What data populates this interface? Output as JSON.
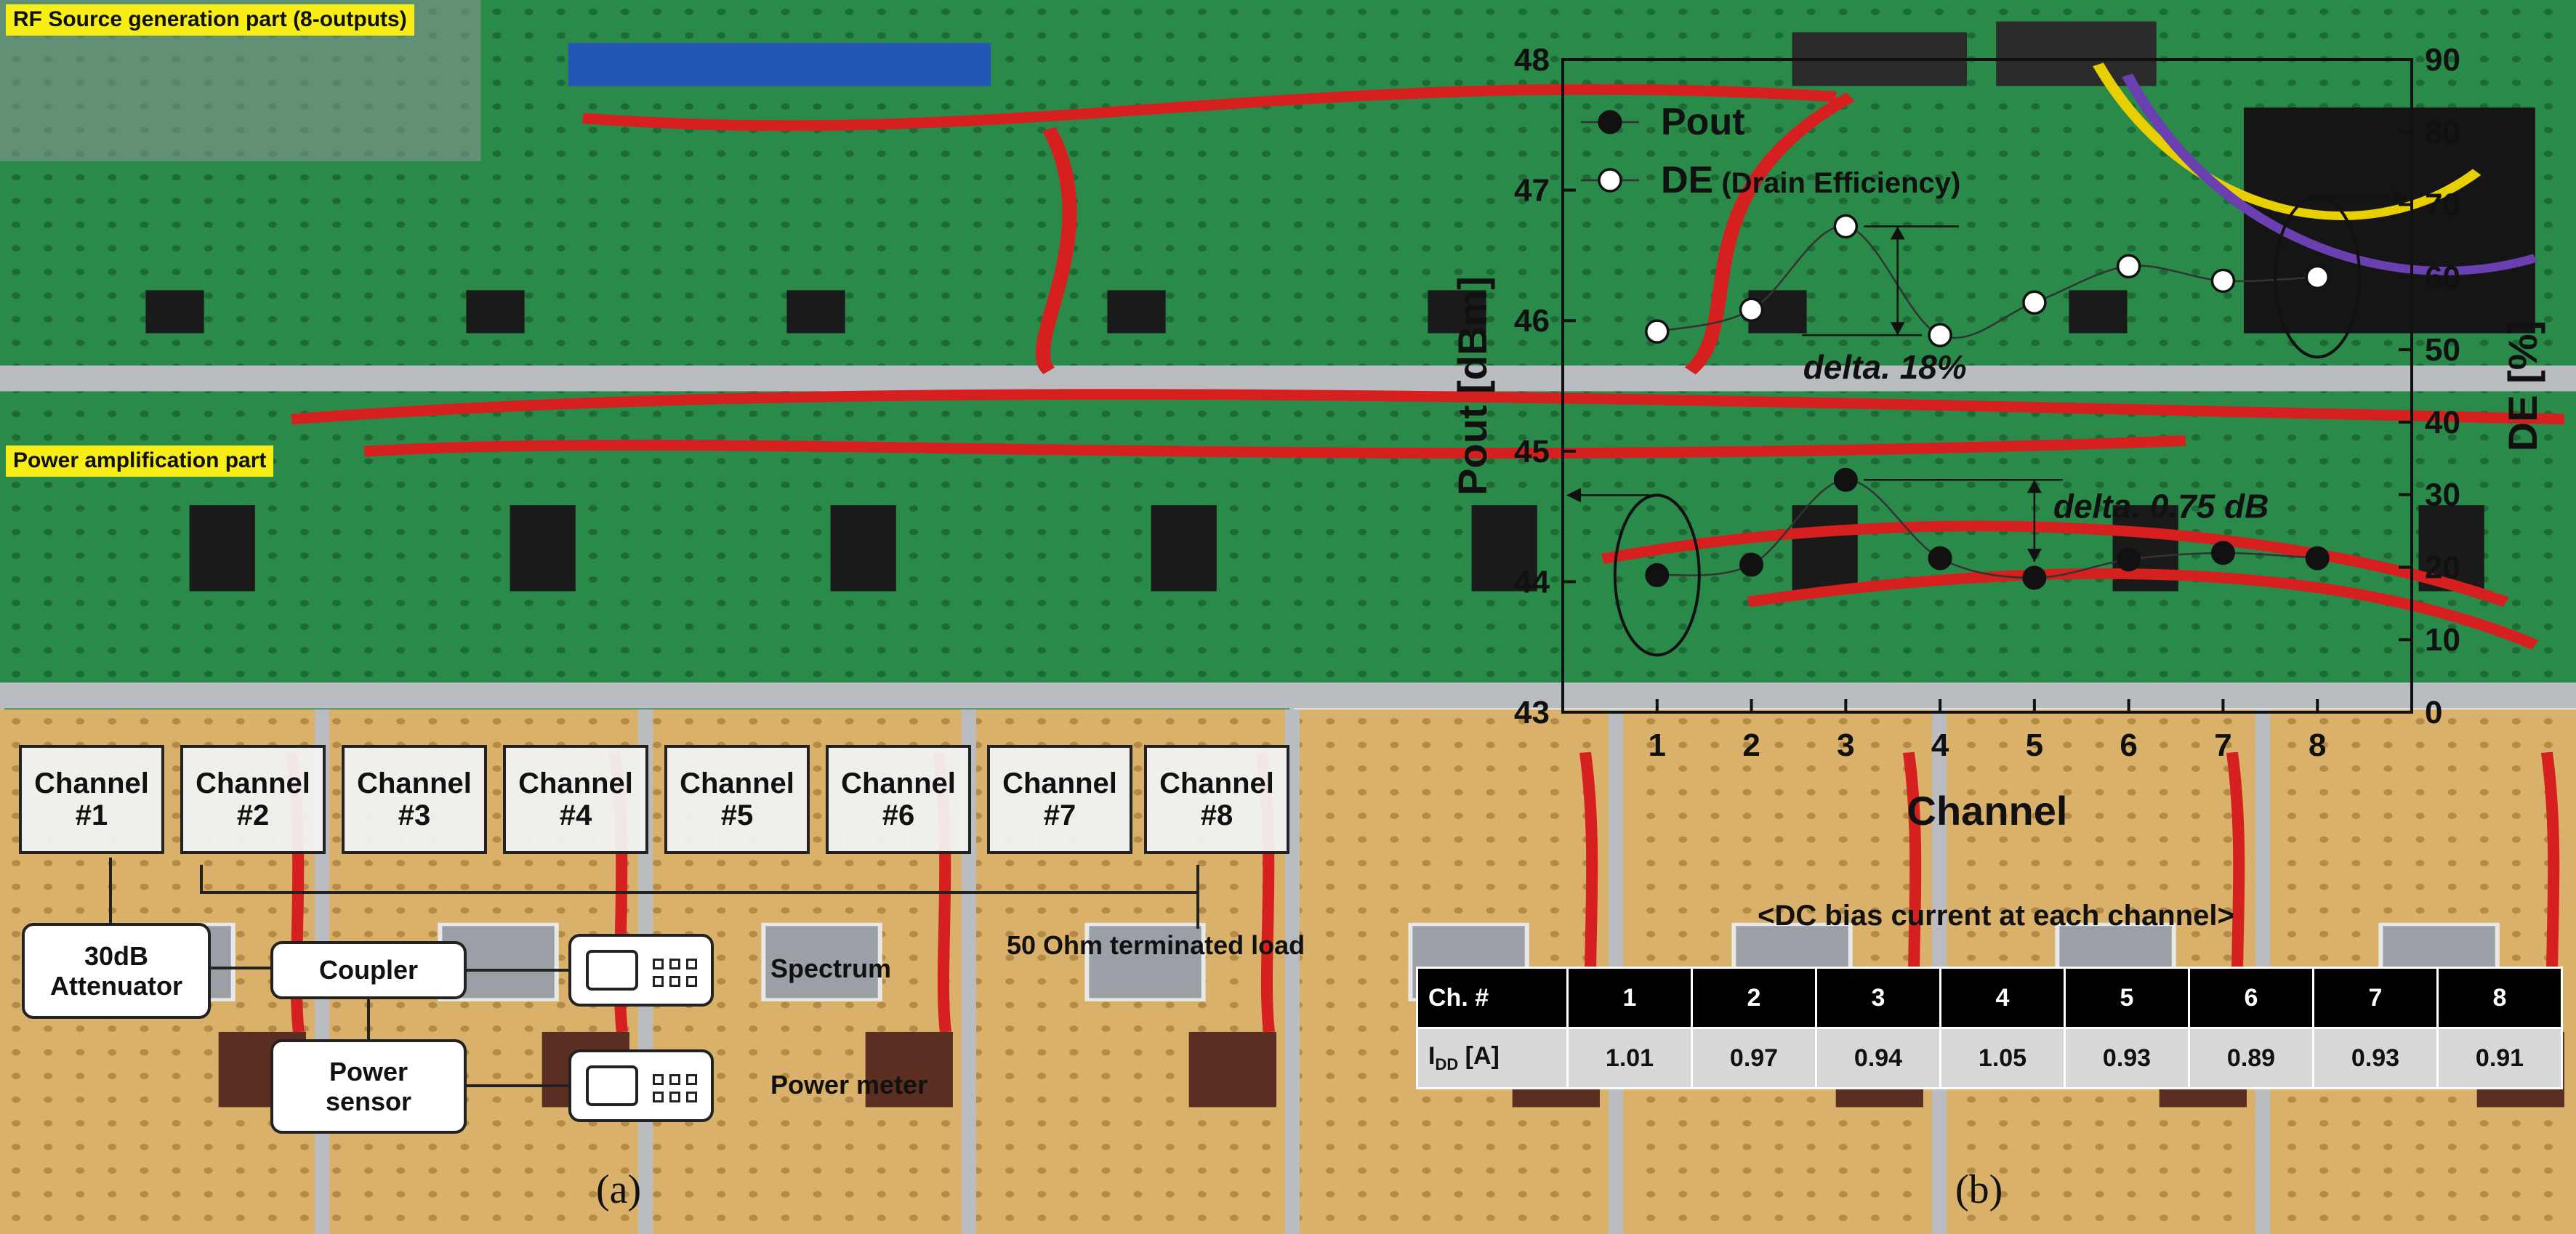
{
  "panel_a": {
    "rf_label": "RF Source generation part (8-outputs)",
    "pa_label": "Power amplification part",
    "channels": [
      {
        "l1": "Channel",
        "l2": "#1"
      },
      {
        "l1": "Channel",
        "l2": "#2"
      },
      {
        "l1": "Channel",
        "l2": "#3"
      },
      {
        "l1": "Channel",
        "l2": "#4"
      },
      {
        "l1": "Channel",
        "l2": "#5"
      },
      {
        "l1": "Channel",
        "l2": "#6"
      },
      {
        "l1": "Channel",
        "l2": "#7"
      },
      {
        "l1": "Channel",
        "l2": "#8"
      }
    ],
    "attenuator": {
      "l1": "30dB",
      "l2": "Attenuator"
    },
    "coupler": "Coupler",
    "power_sensor": {
      "l1": "Power",
      "l2": "sensor"
    },
    "spectrum": "Spectrum",
    "power_meter": "Power meter",
    "load": "50 Ohm terminated load",
    "caption": "(a)"
  },
  "panel_b": {
    "caption": "(b)",
    "table_title": "<DC bias current at each channel>",
    "table_header": [
      "Ch. #",
      "1",
      "2",
      "3",
      "4",
      "5",
      "6",
      "7",
      "8"
    ],
    "table_row_label": "I",
    "table_row_label_sub": "DD",
    "table_row_label_unit": " [A]",
    "table_values": [
      "1.01",
      "0.97",
      "0.94",
      "1.05",
      "0.93",
      "0.89",
      "0.93",
      "0.91"
    ]
  },
  "chart_data": {
    "type": "scatter",
    "x": [
      1,
      2,
      3,
      4,
      5,
      6,
      7,
      8
    ],
    "xlabel": "Channel",
    "xticks": [
      "1",
      "2",
      "3",
      "4",
      "5",
      "6",
      "7",
      "8"
    ],
    "xlim": [
      0,
      9
    ],
    "ylabel_left": "Pout [dBm]",
    "ylim_left": [
      43,
      48
    ],
    "yticks_left": [
      "43",
      "44",
      "45",
      "46",
      "47",
      "48"
    ],
    "ylabel_right": "DE [%]",
    "ylim_right": [
      0,
      90
    ],
    "yticks_right": [
      "0",
      "10",
      "20",
      "30",
      "40",
      "50",
      "60",
      "70",
      "80",
      "90"
    ],
    "grid": false,
    "legend": "top-left",
    "series": [
      {
        "name": "Pout",
        "axis": "left",
        "marker": "filled",
        "values": [
          44.05,
          44.13,
          44.78,
          44.18,
          44.03,
          44.17,
          44.22,
          44.18
        ]
      },
      {
        "name": "DE",
        "name_suffix": " (Drain Efficiency)",
        "axis": "right",
        "marker": "open",
        "values": [
          52.5,
          55.5,
          67.0,
          52.0,
          56.5,
          61.5,
          59.5,
          60.0
        ]
      }
    ],
    "annotations": [
      {
        "text": "delta. 18%"
      },
      {
        "text": "delta. 0.75 dB"
      }
    ]
  }
}
